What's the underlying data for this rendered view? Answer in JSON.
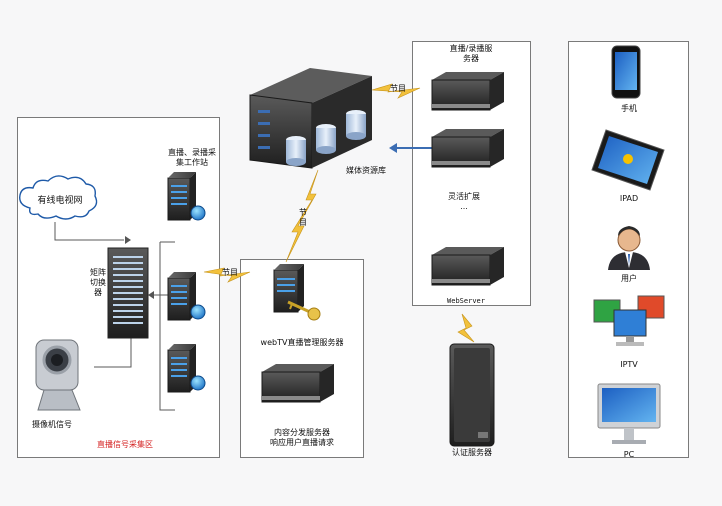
{
  "colors": {
    "panel_border": "#7a7a7a",
    "server_dark": "#2b2b2b",
    "server_mid": "#4a4a4a",
    "accent_blue": "#3b6db3",
    "lightning": "#f2c13c",
    "red_label": "#d42020",
    "connector": "#555555"
  },
  "labels": {
    "cable_tv": "有线电视网",
    "matrix_switch": "矩阵\n切换\n器",
    "workstation": "直播、录播采\n集工作站",
    "camera_signal": "摄像机信号",
    "capture_area": "直播信号采集区",
    "media_library": "媒体资源库",
    "webtv_server": "webTV直播管理服务器",
    "cdn_server": "内容分发服务器\n响应用户直播请求",
    "live_record_server": "直播/录播服\n务器",
    "flexible": "灵活扩展\n...",
    "webserver": "WebServer",
    "auth_server": "认证服务器",
    "program1": "节目",
    "program2": "节目",
    "program3": "节目",
    "phone": "手机",
    "ipad": "IPAD",
    "user": "用户",
    "iptv": "IPTV",
    "pc": "PC"
  }
}
